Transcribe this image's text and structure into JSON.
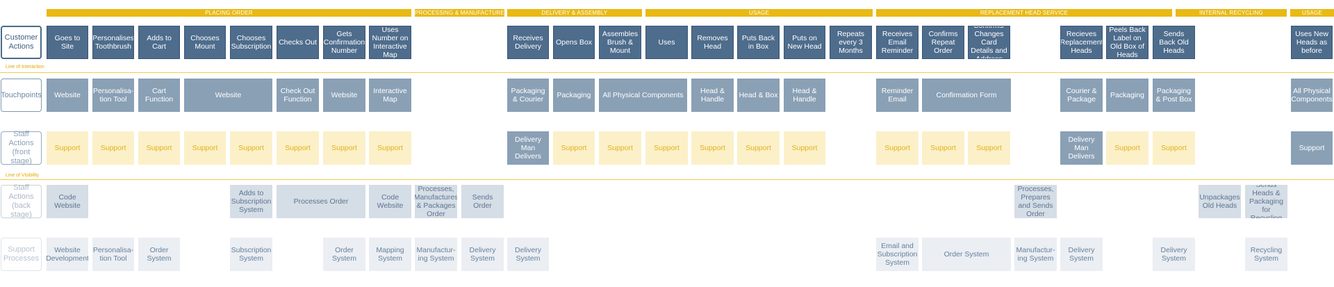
{
  "phases": [
    {
      "label": "PLACING ORDER"
    },
    {
      "label": "PROCESSING & MANUFACTURE"
    },
    {
      "label": "DELIVERY & ASSEMBLY"
    },
    {
      "label": "USAGE"
    },
    {
      "label": "REPLACEMENT HEAD SERVICE"
    },
    {
      "label": "INTERNAL RECYCLING"
    },
    {
      "label": "USAGE"
    }
  ],
  "rows": {
    "customer": "Customer Actions",
    "touchpoints": "Touchpoints",
    "front": "Staff Actions (front stage)",
    "back": "Staff Actions (back stage)",
    "support": "Support Processes"
  },
  "lines": {
    "interaction": "Line of Interaction",
    "visibility": "Line of Visibility"
  },
  "customer_actions": [
    "Goes to Site",
    "Personalises Toothbrush",
    "Adds to Cart",
    "Chooses Mount",
    "Chooses Subscription",
    "Checks Out",
    "Gets Confirmation Number",
    "Uses Number on Interactive Map",
    "Receives Delivery",
    "Opens Box",
    "Assembles Brush & Mount",
    "Uses",
    "Removes Head",
    "Puts Back in Box",
    "Puts on New Head",
    "Repeats every 3 Months",
    "Receives Email Reminder",
    "Confirms Repeat Order",
    "Confirms/ Changes Card Details and Address",
    "Recieves Replacement Heads",
    "Peels Back Label on Old Box of Heads",
    "Sends Back Old Heads",
    "Uses New Heads as before"
  ],
  "touchpoints": [
    "Website",
    "Personalisa-tion Tool",
    "Cart Function",
    "Website",
    "Check Out Function",
    "Website",
    "Interactive Map",
    "Packaging & Courier",
    "Packaging",
    "All Physical Components",
    "Head & Handle",
    "Head & Box",
    "Head & Handle",
    "Reminder Email",
    "Confirmation Form",
    "Courier & Package",
    "Packaging",
    "Packaging & Post Box",
    "All Physical Components"
  ],
  "front_stage": [
    "Support",
    "Support",
    "Support",
    "Support",
    "Support",
    "Support",
    "Support",
    "Support",
    "Delivery Man Delivers",
    "Support",
    "Support",
    "Support",
    "Support",
    "Support",
    "Support",
    "Support",
    "Support",
    "Support",
    "Delivery Man Delivers",
    "Support",
    "Support",
    "Support"
  ],
  "back_stage": [
    "Code Website",
    "Adds to Subscription System",
    "Processes Order",
    "Code Website",
    "Processes, Manufactures & Packages Order",
    "Sends Order",
    "Processes, Prepares and Sends Order",
    "Unpackages Old Heads",
    "Sends Heads & Packaging for Recycling"
  ],
  "support_processes": [
    "Website Development",
    "Personalisa-tion Tool",
    "Order System",
    "Subscription System",
    "Order System",
    "Mapping System",
    "Manufactur-ing System",
    "Delivery System",
    "Delivery System",
    "Email and Subscription System",
    "Order System",
    "Manufactur-ing System",
    "Delivery System",
    "Delivery System",
    "Recycling System"
  ]
}
